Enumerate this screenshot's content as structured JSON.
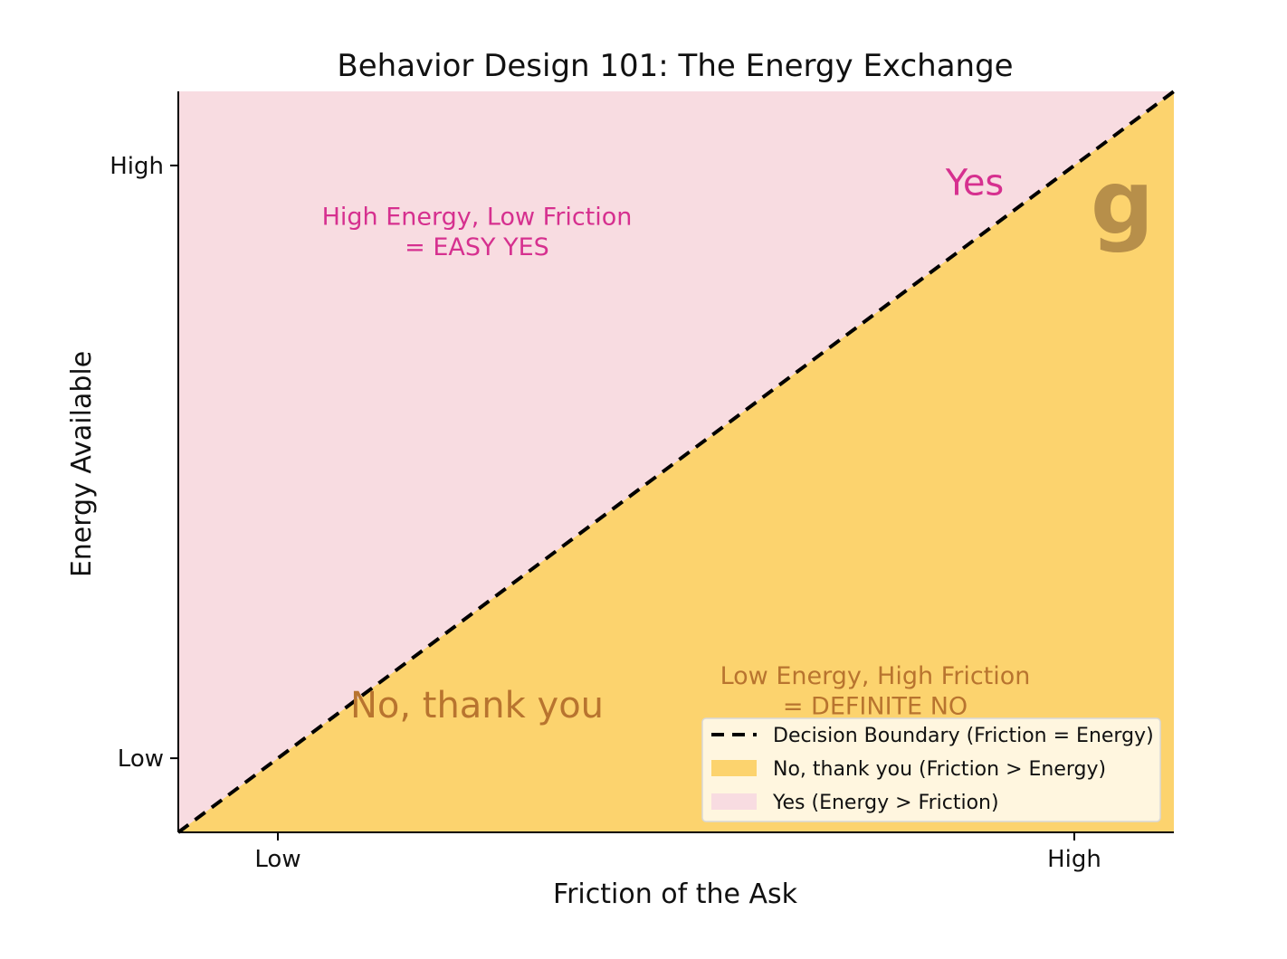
{
  "chart_data": {
    "type": "area",
    "title": "Behavior Design 101: The Energy Exchange",
    "xlabel": "Friction of the Ask",
    "ylabel": "Energy Available",
    "x_ticks": [
      {
        "value": 0.1,
        "label": "Low"
      },
      {
        "value": 0.9,
        "label": "High"
      }
    ],
    "y_ticks": [
      {
        "value": 0.1,
        "label": "Low"
      },
      {
        "value": 0.9,
        "label": "High"
      }
    ],
    "xlim": [
      0,
      1
    ],
    "ylim": [
      0,
      1
    ],
    "boundary": {
      "x": [
        0,
        1
      ],
      "y": [
        0,
        1
      ],
      "label": "Decision Boundary (Friction = Energy)",
      "color": "#000000",
      "style": "dashed"
    },
    "regions": [
      {
        "label": "No, thank you (Friction > Energy)",
        "color": "#FCD36E",
        "where": "below"
      },
      {
        "label": "Yes (Energy > Friction)",
        "color": "#F8DCE1",
        "where": "above"
      }
    ],
    "annotations": [
      {
        "lines": [
          "High Energy, Low Friction",
          "= EASY YES"
        ],
        "x": 0.3,
        "y": 0.82,
        "color": "#D6308F",
        "size": "medium"
      },
      {
        "lines": [
          "Low Energy, High Friction",
          "= DEFINITE NO"
        ],
        "x": 0.7,
        "y": 0.2,
        "color": "#B8742F",
        "size": "medium"
      },
      {
        "lines": [
          "Yes"
        ],
        "x": 0.8,
        "y": 0.86,
        "color": "#D6308F",
        "size": "large"
      },
      {
        "lines": [
          "No, thank you"
        ],
        "x": 0.3,
        "y": 0.155,
        "color": "#B8742F",
        "size": "large"
      }
    ],
    "legend_position": "lower right",
    "grid": false,
    "logo": {
      "text": "g",
      "color": "#B78F4A"
    }
  }
}
